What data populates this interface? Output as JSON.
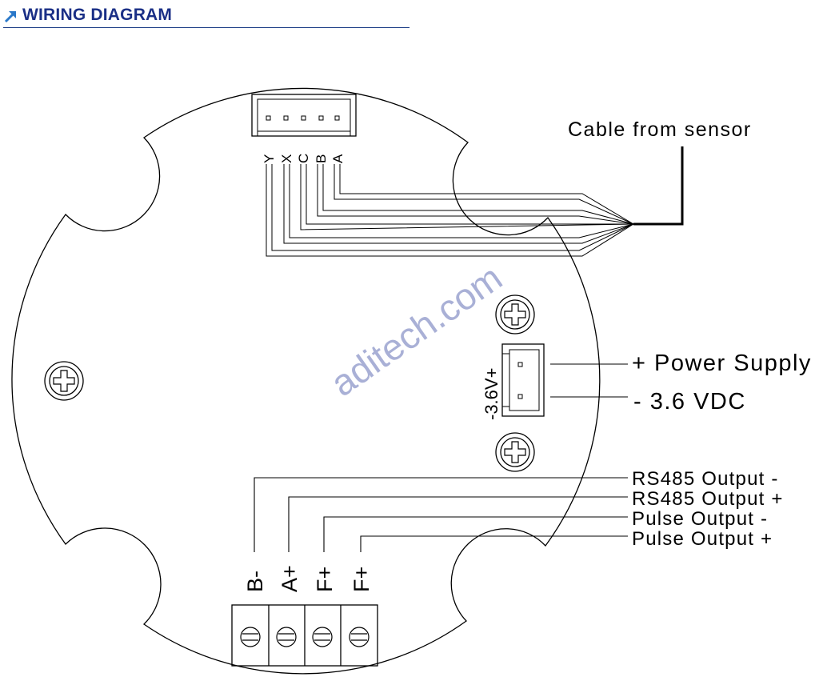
{
  "header": {
    "title": "WIRING DIAGRAM",
    "icon": "arrow-up-right-icon",
    "color": "#1a2f86"
  },
  "connector_top": {
    "pins": [
      "Y",
      "X",
      "C",
      "B",
      "A"
    ]
  },
  "cable_label": "Cable from sensor",
  "battery": {
    "connector_label": "-3.6V+",
    "plus_label": "+ Power Supply",
    "minus_label": "- 3.6 VDC"
  },
  "terminals": [
    {
      "id": "b-minus",
      "label": "B-",
      "output": "RS485 Output -"
    },
    {
      "id": "a-plus",
      "label": "A+",
      "output": "RS485 Output +"
    },
    {
      "id": "f-plus-1",
      "label": "F+",
      "output": "Pulse Output -"
    },
    {
      "id": "f-plus-2",
      "label": "F+",
      "output": "Pulse Output +"
    }
  ],
  "watermark": "aditech.com",
  "colors": {
    "line": "#000000",
    "watermark": "#a9b0d6"
  }
}
